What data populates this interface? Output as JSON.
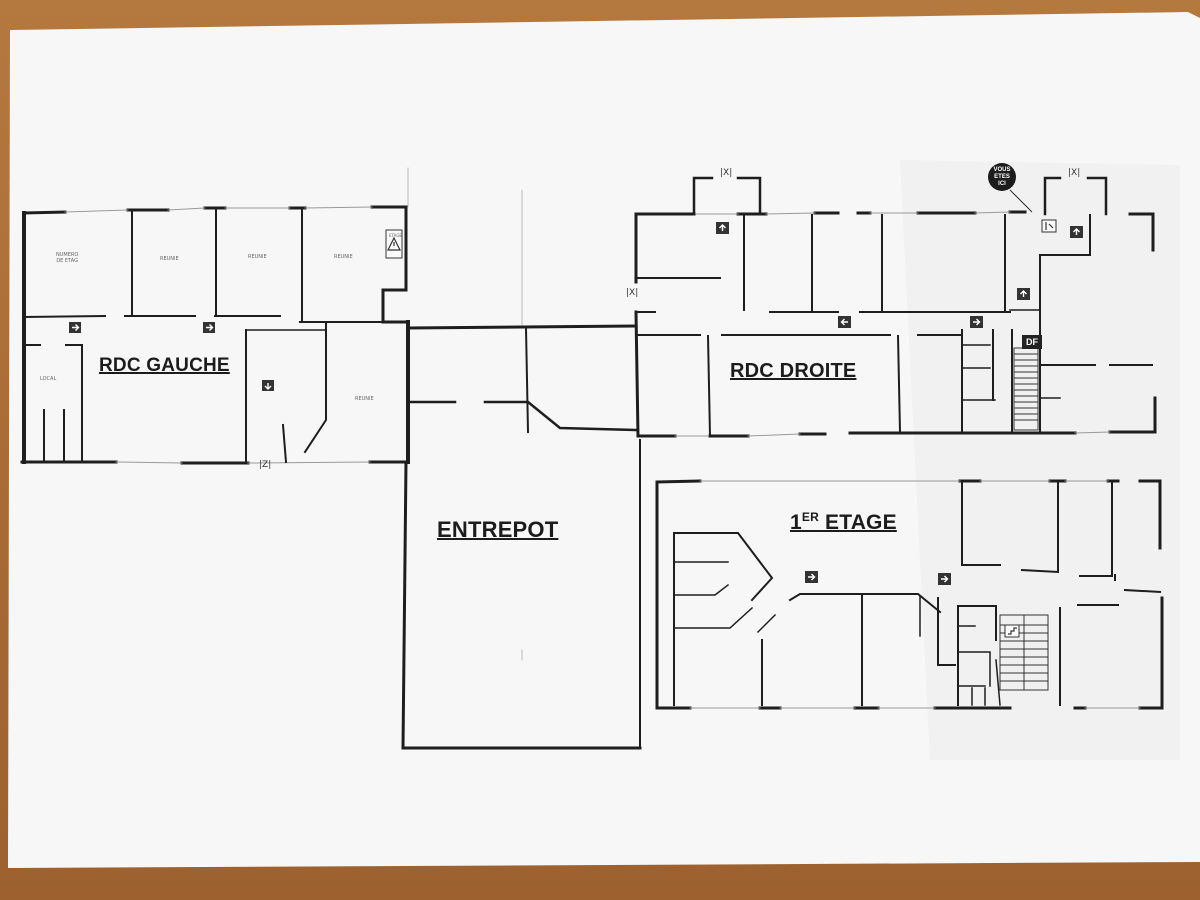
{
  "zones": {
    "rdc_gauche": "RDC GAUCHE",
    "rdc_droite": "RDC DROITE",
    "entrepot": "ENTREPOT",
    "premier_etage_num": "1",
    "premier_etage_sup": "ER",
    "premier_etage_word": "ETAGE"
  },
  "markers": {
    "you_are_here": [
      "VOUS",
      "ETES",
      "ICI"
    ],
    "df": "DF",
    "exit_mark_a": "|X|",
    "exit_mark_b": "|Z|"
  },
  "room_labels": {
    "r1_line1": "NUMERO",
    "r1_line2": "DE ETAG",
    "r2": "REUNIE",
    "r3": "REUNIE",
    "r4": "REUNIE",
    "r5": "LOCAL",
    "r6": "REUNIE",
    "r7": "ETAGE"
  },
  "colors": {
    "wall": "#1e1e1e",
    "paper": "#f7f7f8",
    "table": "#a86a35"
  },
  "icons": {
    "arrow": "direction-arrow-icon",
    "stair": "staircase-icon",
    "warning": "warning-triangle-icon",
    "exit": "emergency-exit-icon"
  }
}
